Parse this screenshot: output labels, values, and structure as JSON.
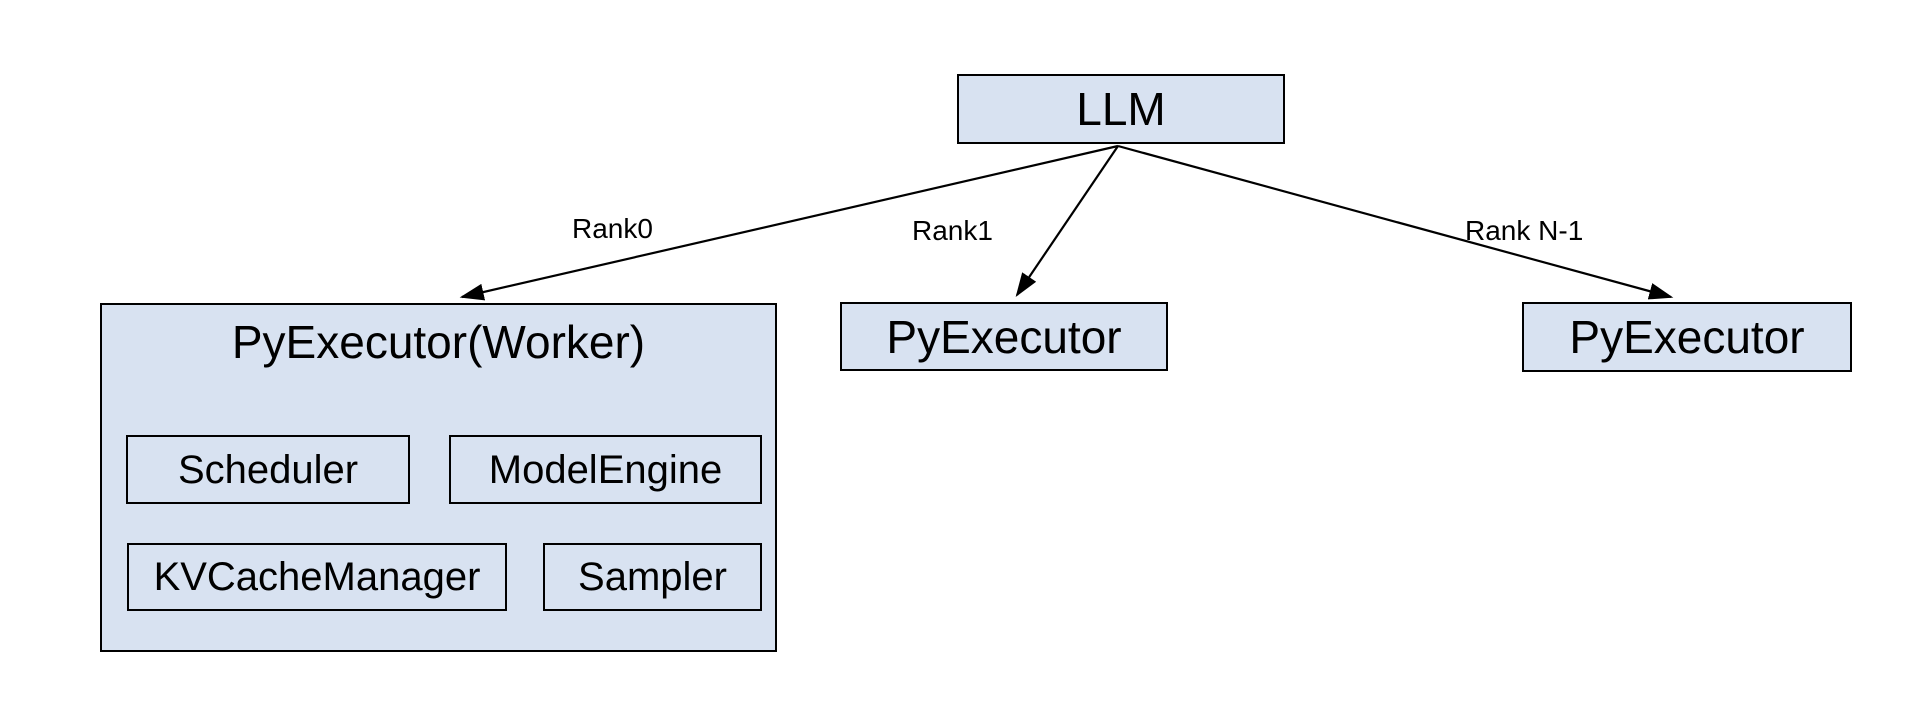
{
  "diagram": {
    "root": {
      "label": "LLM"
    },
    "edges": [
      {
        "label": "Rank0"
      },
      {
        "label": "Rank1"
      },
      {
        "label": "Rank N-1"
      }
    ],
    "worker": {
      "title": "PyExecutor(Worker)",
      "components": [
        {
          "label": "Scheduler"
        },
        {
          "label": "ModelEngine"
        },
        {
          "label": "KVCacheManager"
        },
        {
          "label": "Sampler"
        }
      ]
    },
    "executors": [
      {
        "label": "PyExecutor"
      },
      {
        "label": "PyExecutor"
      }
    ],
    "colors": {
      "box_fill": "#d8e2f1",
      "box_border": "#000000",
      "line": "#000000",
      "background": "#ffffff"
    }
  }
}
